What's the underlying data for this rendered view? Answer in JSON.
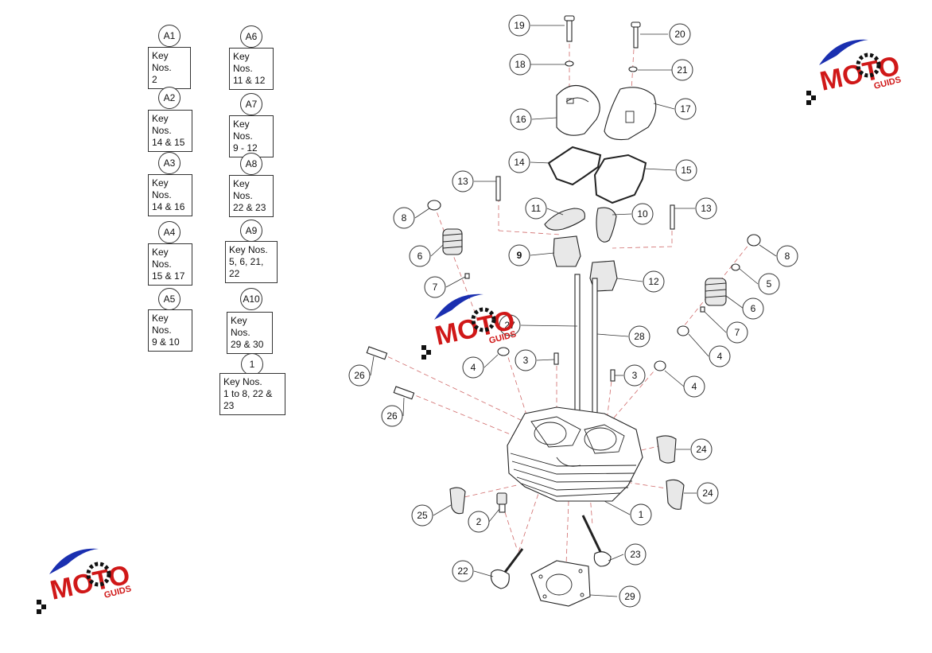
{
  "kits": [
    {
      "id": "A1",
      "text": "Key Nos.\n2"
    },
    {
      "id": "A2",
      "text": "Key Nos.\n14 & 15"
    },
    {
      "id": "A3",
      "text": "Key Nos.\n14 & 16"
    },
    {
      "id": "A4",
      "text": "Key Nos.\n15 & 17"
    },
    {
      "id": "A5",
      "text": "Key Nos.\n9 & 10"
    },
    {
      "id": "A6",
      "text": "Key Nos.\n11 & 12"
    },
    {
      "id": "A7",
      "text": "Key Nos.\n9 - 12"
    },
    {
      "id": "A8",
      "text": "Key Nos.\n22 & 23"
    },
    {
      "id": "A9",
      "text": "Key Nos.\n5, 6, 21, 22"
    },
    {
      "id": "A10",
      "text": "Key Nos.\n29 & 30"
    },
    {
      "id": "1",
      "text": "Key Nos.\n1 to 8, 22 & 23"
    }
  ],
  "callouts": [
    "19",
    "20",
    "18",
    "21",
    "16",
    "17",
    "14",
    "15",
    "13",
    "13",
    "11",
    "10",
    "8",
    "8",
    "9",
    "6",
    "5",
    "6",
    "12",
    "7",
    "7",
    "5",
    "27",
    "28",
    "4",
    "4",
    "4",
    "3",
    "3",
    "26",
    "26",
    "24",
    "24",
    "25",
    "2",
    "1",
    "22",
    "23",
    "29"
  ],
  "watermark": {
    "brand": "MOTO",
    "sub": "GUIDS",
    "colors": {
      "blue": "#1a2fb0",
      "red": "#d01818",
      "black": "#111111"
    }
  }
}
